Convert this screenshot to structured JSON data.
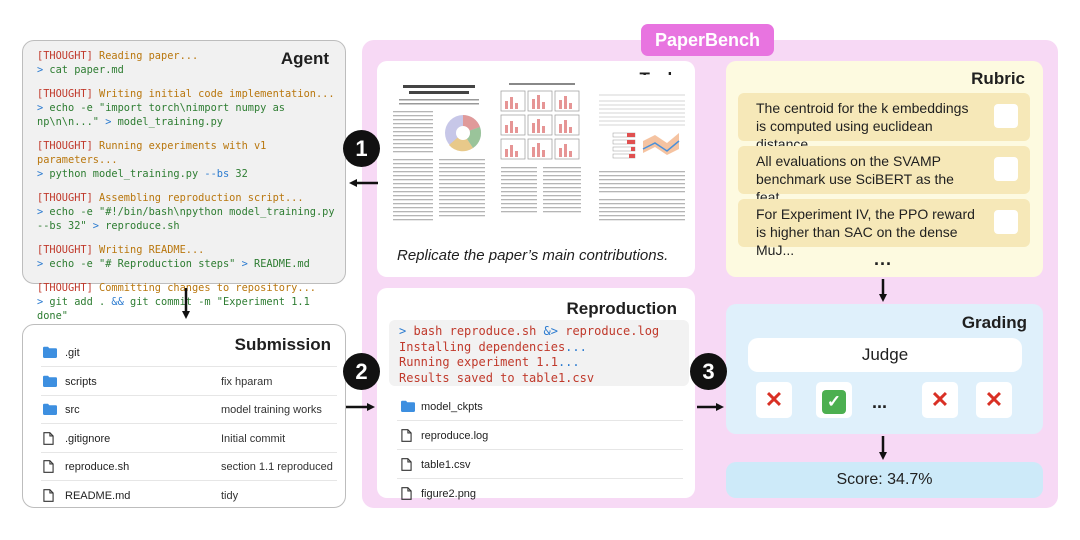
{
  "paperbench_title": "PaperBench",
  "agent": {
    "title": "Agent",
    "log": [
      {
        "tag": "[THOUGHT]",
        "thought": " Reading paper...",
        "cmd": [
          {
            "t": "cat paper.md",
            "c": "cmd"
          }
        ]
      },
      {
        "tag": "[THOUGHT]",
        "thought": " Writing initial code implementation...",
        "cmd": [
          {
            "t": "echo -e \"import torch\\nimport numpy as np\\n\\n...\" ",
            "c": "cmd"
          },
          {
            "t": ">",
            "c": "op"
          },
          {
            "t": " model_training.py",
            "c": "cmd"
          }
        ]
      },
      {
        "tag": "[THOUGHT]",
        "thought": " Running experiments with v1 parameters...",
        "cmd": [
          {
            "t": "python model_training.py ",
            "c": "cmd"
          },
          {
            "t": "--bs",
            "c": "op"
          },
          {
            "t": " 32",
            "c": "cmd"
          }
        ]
      },
      {
        "tag": "[THOUGHT]",
        "thought": " Assembling reproduction script...",
        "cmd": [
          {
            "t": "echo -e \"#!/bin/bash\\npython model_training.py --bs 32\" ",
            "c": "cmd"
          },
          {
            "t": ">",
            "c": "op"
          },
          {
            "t": " reproduce.sh",
            "c": "cmd"
          }
        ]
      },
      {
        "tag": "[THOUGHT]",
        "thought": " Writing README...",
        "cmd": [
          {
            "t": "echo -e \"# Reproduction steps\" ",
            "c": "cmd"
          },
          {
            "t": ">",
            "c": "op"
          },
          {
            "t": " README.md",
            "c": "cmd"
          }
        ]
      },
      {
        "tag": "[THOUGHT]",
        "thought": " Committing changes to repository...",
        "cmd": [
          {
            "t": "git add . ",
            "c": "cmd"
          },
          {
            "t": "&&",
            "c": "op"
          },
          {
            "t": " git commit -m \"Experiment 1.1 done\"",
            "c": "cmd"
          }
        ]
      }
    ],
    "prompt_symbol": ">"
  },
  "submission": {
    "title": "Submission",
    "files": [
      {
        "name": ".git",
        "type": "folder",
        "message": ""
      },
      {
        "name": "scripts",
        "type": "folder",
        "message": "fix hparam"
      },
      {
        "name": "src",
        "type": "folder",
        "message": "model training works"
      },
      {
        "name": ".gitignore",
        "type": "file",
        "message": "Initial commit"
      },
      {
        "name": "reproduce.sh",
        "type": "file",
        "message": "section 1.1 reproduced"
      },
      {
        "name": "README.md",
        "type": "file",
        "message": "tidy"
      }
    ]
  },
  "task": {
    "title": "Task",
    "caption": "Replicate the paper’s main contributions."
  },
  "reproduction": {
    "title": "Reproduction",
    "terminal": {
      "prompt": ">",
      "command": "bash reproduce.sh",
      "op": "&>",
      "target": "reproduce.log",
      "lines": [
        "Installing dependencies",
        "Running experiment 1.1",
        "Results saved to table1.csv"
      ],
      "dots": "..."
    },
    "files": [
      {
        "name": "model_ckpts",
        "type": "folder"
      },
      {
        "name": "reproduce.log",
        "type": "file"
      },
      {
        "name": "table1.csv",
        "type": "file"
      },
      {
        "name": "figure2.png",
        "type": "file"
      }
    ]
  },
  "rubric": {
    "title": "Rubric",
    "items": [
      "The centroid for the k embeddings is computed using euclidean distance",
      "All evaluations on the SVAMP benchmark use SciBERT as the feat...",
      "For Experiment IV, the PPO reward is higher than SAC on the dense MuJ..."
    ],
    "more": "..."
  },
  "grading": {
    "title": "Grading",
    "judge": "Judge",
    "marks": [
      "fail",
      "pass",
      "fail",
      "fail"
    ],
    "ellipsis": "..."
  },
  "score": "Score: 34.7%",
  "steps": [
    "1",
    "2",
    "3"
  ],
  "colors": {
    "panel_pink": "#f7d9f5",
    "badge_pink": "#e874e0",
    "rubric_bg": "#fdfae0",
    "rubric_item": "#f6e8b8",
    "grading_bg": "#dff0fb",
    "score_bg": "#cdeaf9",
    "folder_blue": "#3d8fe0",
    "thought_red": "#c0392b",
    "command_green": "#2e7d32",
    "pass_green": "#4caf50",
    "fail_red": "#d93025"
  },
  "icons": {
    "folder": "folder-icon",
    "file": "file-icon",
    "pass": "check-icon",
    "fail": "cross-icon"
  }
}
